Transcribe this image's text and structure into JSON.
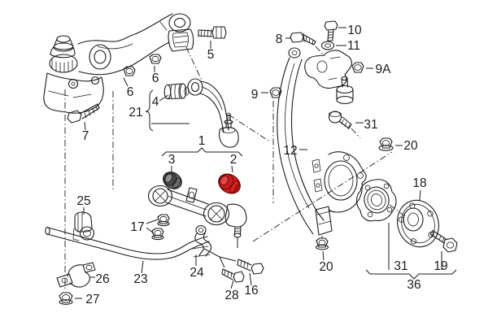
{
  "diagram": {
    "kind": "exploded-parts-diagram",
    "subject": "front axle suspension: control arms, stabilizer bar, wheel bearing housing and hub",
    "background_color": "#ffffff",
    "line_color": "#1c1c1c",
    "highlight_color": "#d32222",
    "highlighted_callout": "2",
    "callouts": [
      {
        "id": "1",
        "text": "1",
        "part": "lower control arm assembly"
      },
      {
        "id": "2",
        "text": "2",
        "part": "bushing (highlighted red)"
      },
      {
        "id": "3",
        "text": "3",
        "part": "bushing"
      },
      {
        "id": "4",
        "text": "4",
        "part": "bushing"
      },
      {
        "id": "5",
        "text": "5",
        "part": "bolt"
      },
      {
        "id": "6a",
        "text": "6",
        "part": "nut"
      },
      {
        "id": "6b",
        "text": "6",
        "part": "nut"
      },
      {
        "id": "7",
        "text": "7",
        "part": "bolt"
      },
      {
        "id": "8",
        "text": "8",
        "part": "bolt"
      },
      {
        "id": "9",
        "text": "9",
        "part": "nut"
      },
      {
        "id": "9A",
        "text": "9A",
        "part": "nut"
      },
      {
        "id": "10",
        "text": "10",
        "part": "bolt"
      },
      {
        "id": "11",
        "text": "11",
        "part": "washer"
      },
      {
        "id": "12",
        "text": "12",
        "part": "wheel bearing housing"
      },
      {
        "id": "16",
        "text": "16",
        "part": "bolt"
      },
      {
        "id": "17",
        "text": "17",
        "part": "nuts"
      },
      {
        "id": "18",
        "text": "18",
        "part": "wheel hub"
      },
      {
        "id": "19",
        "text": "19",
        "part": "bolt"
      },
      {
        "id": "20a",
        "text": "20",
        "part": "nut"
      },
      {
        "id": "20b",
        "text": "20",
        "part": "nut"
      },
      {
        "id": "21",
        "text": "21",
        "part": "upper link assembly"
      },
      {
        "id": "23",
        "text": "23",
        "part": "stabilizer bar"
      },
      {
        "id": "24",
        "text": "24",
        "part": "coupling link"
      },
      {
        "id": "25",
        "text": "25",
        "part": "rubber mounting"
      },
      {
        "id": "26",
        "text": "26",
        "part": "clamp bracket"
      },
      {
        "id": "27",
        "text": "27",
        "part": "nut"
      },
      {
        "id": "28",
        "text": "28",
        "part": "bolt"
      },
      {
        "id": "31a",
        "text": "31",
        "part": "bolt"
      },
      {
        "id": "31b",
        "text": "31",
        "part": "wheel bearing"
      },
      {
        "id": "36",
        "text": "36",
        "part": "bearing and hub set"
      }
    ]
  }
}
